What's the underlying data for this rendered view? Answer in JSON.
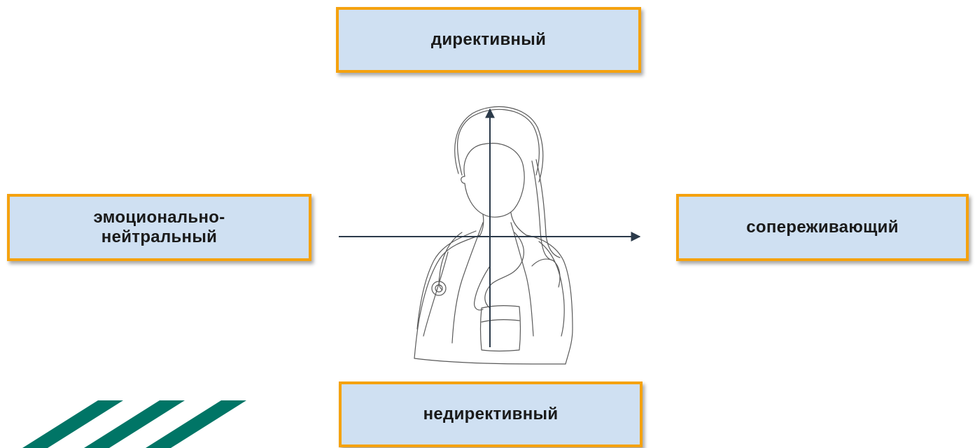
{
  "diagram": {
    "axis_top_label": "директивный",
    "axis_bottom_label": "недирективный",
    "axis_left_label": "эмоционально-\nнейтральный",
    "axis_right_label": "сопереживающий"
  },
  "colors": {
    "box_fill": "#cfe0f2",
    "box_border": "#f5a20f",
    "axis": "#2b3a4a",
    "figure_line": "#555555",
    "stripes": "#007566"
  },
  "icons": {
    "center_figure": "doctor-silhouette-icon",
    "decoration": "diagonal-stripes-logo"
  }
}
